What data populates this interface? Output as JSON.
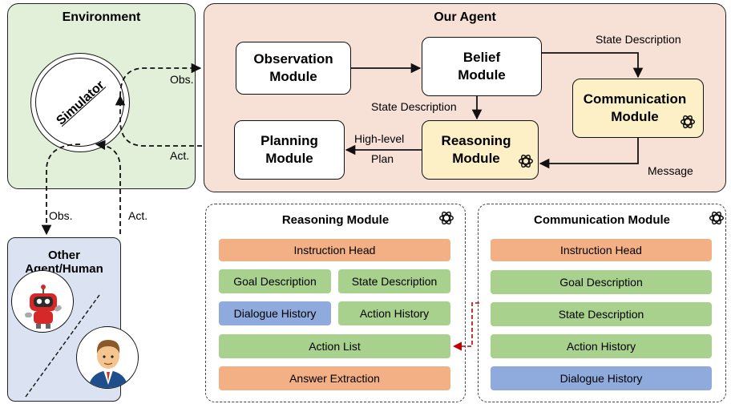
{
  "environment": {
    "title": "Environment",
    "simulator": "Simulator"
  },
  "agent": {
    "title": "Our Agent",
    "modules": {
      "observation": [
        "Observation",
        "Module"
      ],
      "belief": [
        "Belief",
        "Module"
      ],
      "communication": [
        "Communication",
        "Module"
      ],
      "reasoning": [
        "Reasoning",
        "Module"
      ],
      "planning": [
        "Planning",
        "Module"
      ]
    },
    "labels": {
      "state_desc_top": "State Description",
      "state_desc_mid": "State Description",
      "high_level": "High-level",
      "plan": "Plan",
      "message": "Message"
    }
  },
  "flows": {
    "obs_right": "Obs.",
    "act_right": "Act.",
    "obs_down": "Obs.",
    "act_up": "Act."
  },
  "human": {
    "title": "Other Agent/Human"
  },
  "reasoning_prompt": {
    "title": "Reasoning Module",
    "items": [
      "Instruction Head",
      "Goal Description",
      "State Description",
      "Dialogue History",
      "Action History",
      "Action List",
      "Answer Extraction"
    ]
  },
  "communication_prompt": {
    "title": "Communication Module",
    "items": [
      "Instruction Head",
      "Goal Description",
      "State Description",
      "Action History",
      "Dialogue History"
    ]
  },
  "colors": {
    "instruction": "#f2b084",
    "description": "#a9d18e",
    "dialogue": "#8faadc",
    "highlight": "#fdf0c6",
    "feedback_arrow": "#c00000"
  },
  "icons": [
    "simulator-ring",
    "openai-logo-icon",
    "robot-avatar",
    "human-avatar"
  ]
}
